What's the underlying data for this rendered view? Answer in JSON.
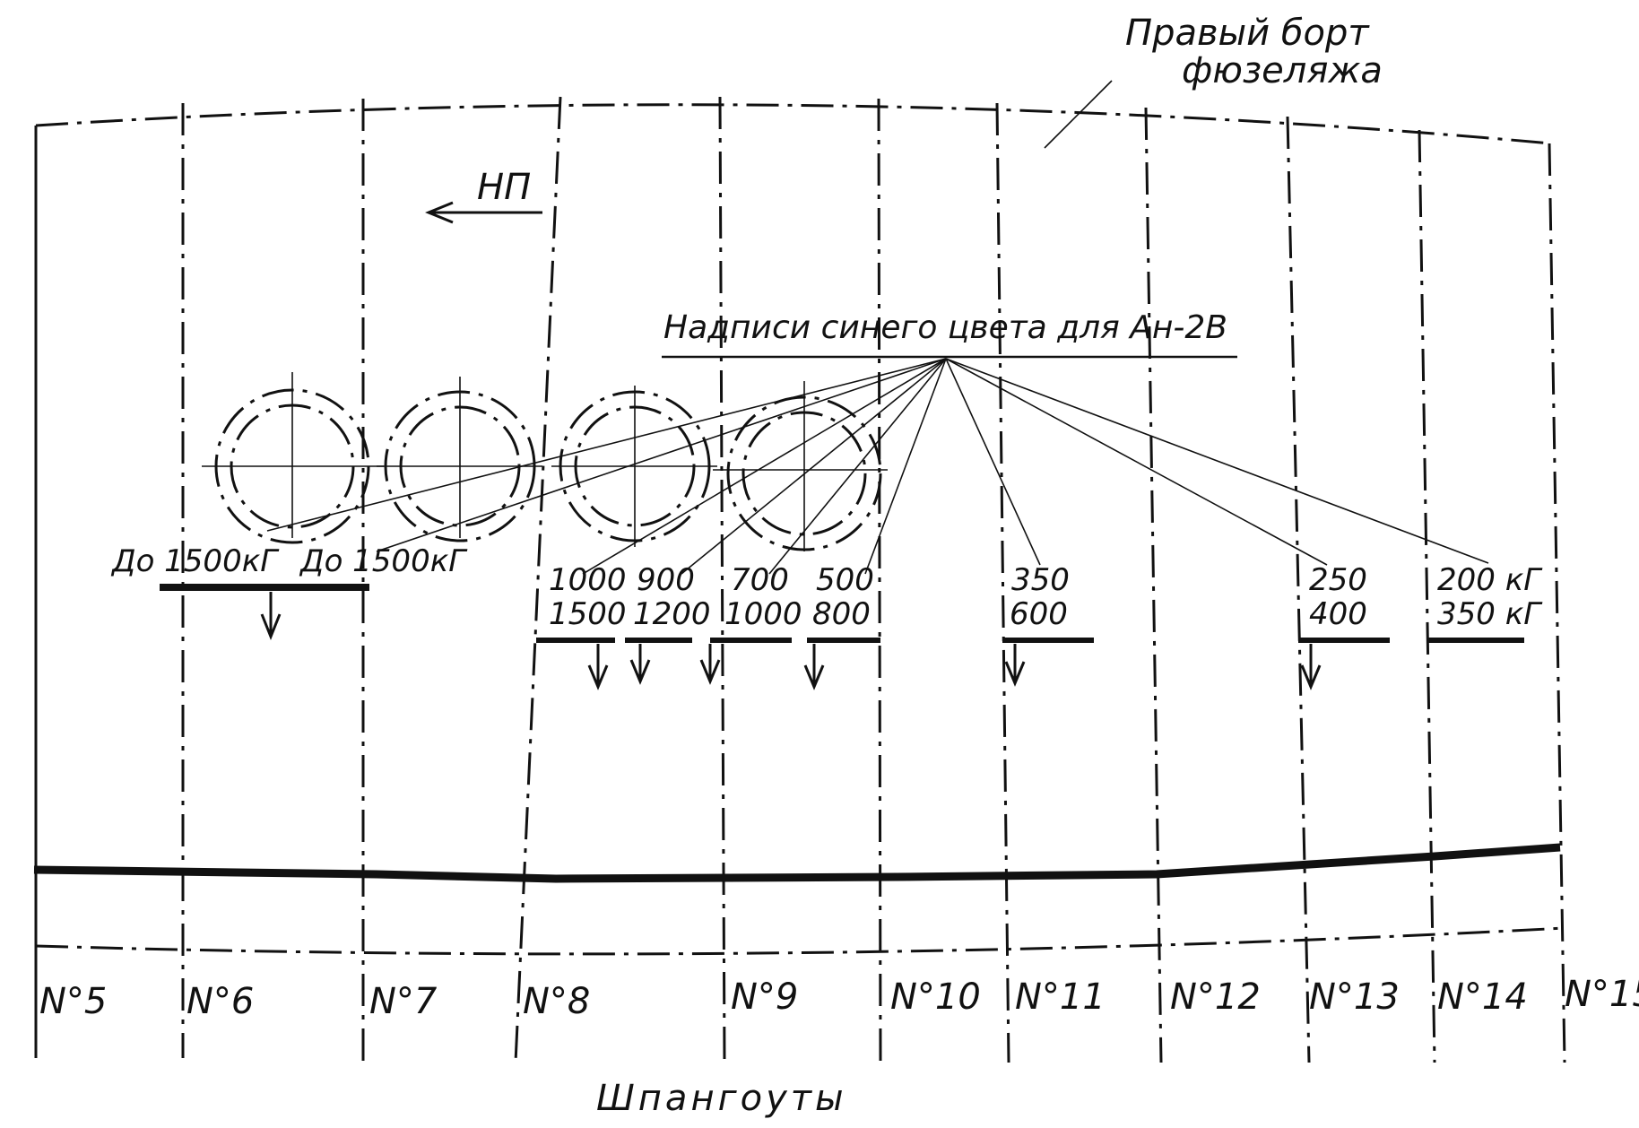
{
  "labels": {
    "side_line1": "Правый борт",
    "side_line2": "фюзеляжа",
    "flight_dir": "НП",
    "callout": "Надписи синего цвета для Ан-2В",
    "frames_caption": "Шпангоуты"
  },
  "frames": [
    "N°5",
    "N°6",
    "N°7",
    "N°8",
    "N°9",
    "N°10",
    "N°11",
    "N°12",
    "N°13",
    "N°14",
    "N°15"
  ],
  "zones": [
    {
      "top": "До 1500кГ",
      "bottom": ""
    },
    {
      "top": "До 1500кГ",
      "bottom": ""
    },
    {
      "top": "1000",
      "bottom": "1500"
    },
    {
      "top": "900",
      "bottom": "1200"
    },
    {
      "top": "700",
      "bottom": "1000"
    },
    {
      "top": "500",
      "bottom": "800"
    },
    {
      "top": "350",
      "bottom": "600"
    },
    {
      "top": "250",
      "bottom": "400"
    },
    {
      "top": "200 кГ",
      "bottom": "350 кГ"
    }
  ]
}
